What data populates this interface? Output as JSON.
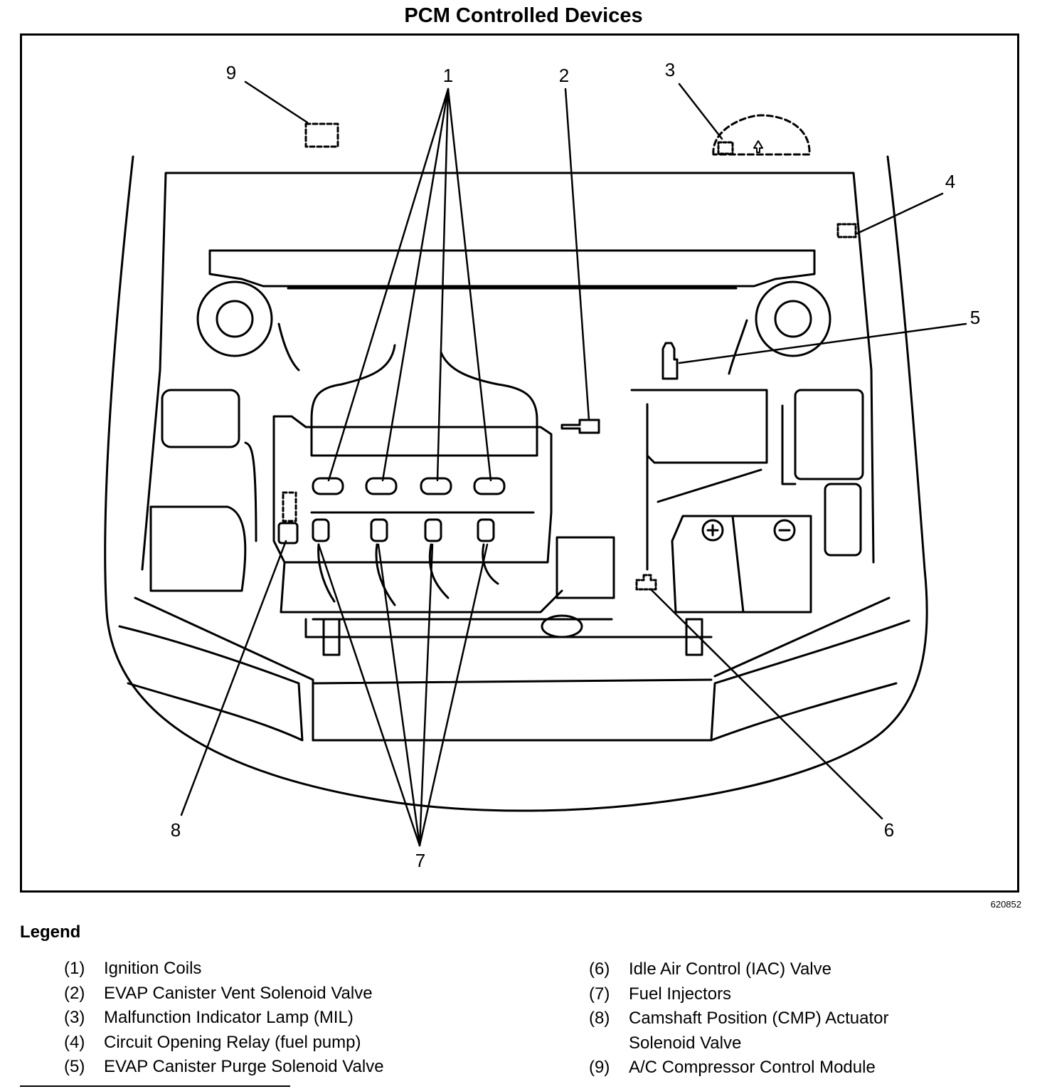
{
  "title": "PCM Controlled Devices",
  "figure_id": "620852",
  "legend_title": "Legend",
  "callouts": [
    "1",
    "2",
    "3",
    "4",
    "5",
    "6",
    "7",
    "8",
    "9"
  ],
  "legend_left": [
    {
      "num": "(1)",
      "text": "Ignition Coils"
    },
    {
      "num": "(2)",
      "text": "EVAP Canister Vent Solenoid Valve"
    },
    {
      "num": "(3)",
      "text": "Malfunction Indicator Lamp (MIL)"
    },
    {
      "num": "(4)",
      "text": "Circuit Opening Relay (fuel pump)"
    },
    {
      "num": "(5)",
      "text": "EVAP Canister Purge Solenoid Valve"
    }
  ],
  "legend_right": [
    {
      "num": "(6)",
      "text": "Idle Air Control (IAC) Valve"
    },
    {
      "num": "(7)",
      "text": "Fuel Injectors"
    },
    {
      "num": "(8)",
      "text": "Camshaft Position (CMP) Actuator Solenoid Valve"
    },
    {
      "num": "(9)",
      "text": "A/C Compressor Control Module"
    }
  ]
}
